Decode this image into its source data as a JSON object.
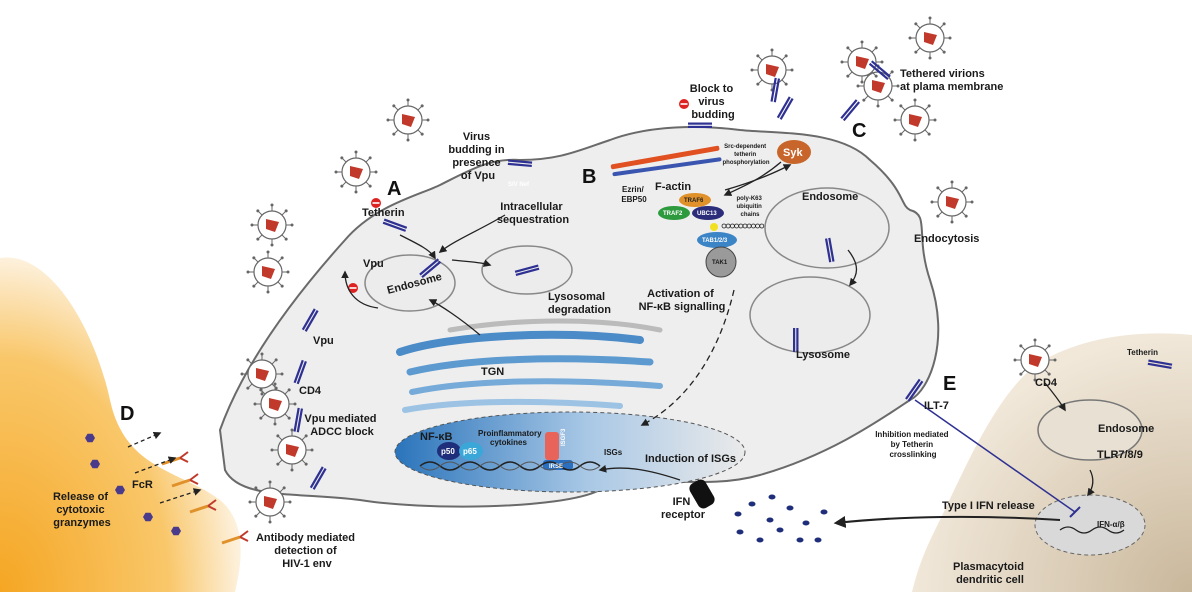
{
  "panels": {
    "a": "A",
    "b": "B",
    "c": "C",
    "d": "D",
    "e": "E"
  },
  "labels": {
    "virus_budding": [
      "Virus",
      "budding in",
      "presence",
      "of Vpu"
    ],
    "siv_nef": "SIV Nef",
    "intracellular_sequestration": [
      "Intracellular",
      "sequestration"
    ],
    "tetherin_a": "Tetherin",
    "vpu_a": "Vpu",
    "endosome_a": "Endosome",
    "lysosomal_degradation": [
      "Lysosomal",
      "degradation"
    ],
    "tgn": "TGN",
    "vpu_b": "Vpu",
    "cd4": "CD4",
    "vpu_adcc": [
      "Vpu mediated",
      "ADCC block"
    ],
    "block_budding": [
      "Block to",
      "virus",
      "budding"
    ],
    "src_dependent": [
      "Src-dependent",
      "tetherin",
      "phosphorylation"
    ],
    "ezrin": [
      "Ezrin/",
      "EBP50"
    ],
    "f_actin": "F-actin",
    "syk": "Syk",
    "traf6": "TRAF6",
    "traf2": "TRAF2",
    "ubc13": "UBC13",
    "polyk63": [
      "poly-K63",
      "ubiquitin",
      "chains"
    ],
    "tab123": "TAB1/2/3",
    "tak1": "TAK1",
    "activation_nfkb": [
      "Activation of",
      "NF-κB signalling"
    ],
    "tethered_virions": [
      "Tethered virions",
      "at plama membrane"
    ],
    "endosome_c": "Endosome",
    "endocytosis": "Endocytosis",
    "lysosome": "Lysosome",
    "nfkb": "NF-κB",
    "p50": "p50",
    "p65": "p65",
    "proinflammatory": [
      "Proinflammatory",
      "cytokines"
    ],
    "isgf3": "ISGF3",
    "irse": "IRSE",
    "isgs": "ISGs",
    "induction_isgs": "Induction of ISGs",
    "ifn_receptor": [
      "IFN",
      "receptor"
    ],
    "fcr": "FcR",
    "release_granzymes": [
      "Release of",
      "cytotoxic",
      "granzymes"
    ],
    "antibody_detection": [
      "Antibody mediated",
      "detection of",
      "HIV-1 env"
    ],
    "ilt7": "ILT-7",
    "inhibition_tetherin": [
      "Inhibition mediated",
      "by Tetherin",
      "crosslinking"
    ],
    "tetherin_pdc": "Tetherin",
    "cd4_pdc": "CD4",
    "endosome_pdc": "Endosome",
    "tlr": "TLR7/8/9",
    "ifn_ab": "IFN-α/β",
    "type1_ifn_release": "Type I IFN release",
    "pdc": [
      "Plasmacytoid",
      "dendritic cell"
    ]
  },
  "colors": {
    "cell_fill": "#eeeeee",
    "membrane": "#777777",
    "tetherin": "#2e3192",
    "vpu": "#f0a040",
    "nucleus": "#2a74bb",
    "pdc": "#e9dcc8",
    "effector": "#f5a623",
    "virion_core": "#c0392b"
  }
}
